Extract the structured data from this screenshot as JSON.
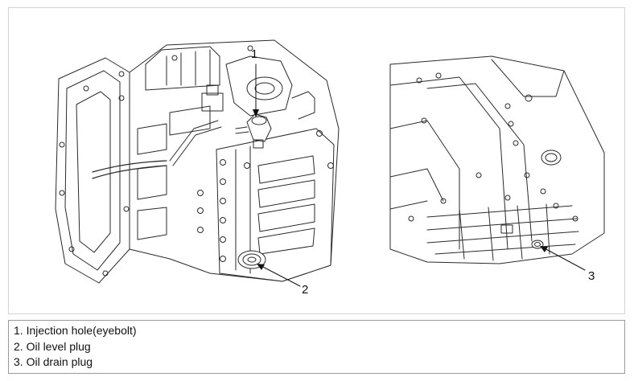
{
  "callouts": [
    {
      "number": "1"
    },
    {
      "number": "2"
    },
    {
      "number": "3"
    }
  ],
  "legend": [
    "1. Injection hole(eyebolt)",
    "2. Oil level plug",
    "3. Oil drain plug"
  ],
  "colors": {
    "line": "#2a2a2a",
    "frame_border": "#d4d4d4",
    "legend_border": "#9a9a9a",
    "fill": "#ffffff"
  }
}
